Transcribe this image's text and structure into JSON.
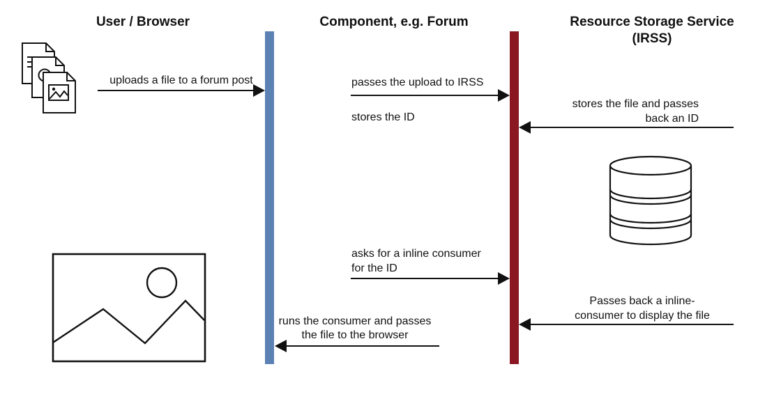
{
  "headers": {
    "user": "User / Browser",
    "component": "Component, e.g. Forum",
    "irss_line1": "Resource Storage Service",
    "irss_line2": "(IRSS)"
  },
  "messages": {
    "upload_file": "uploads a file to a forum post",
    "pass_upload": "passes the upload to IRSS",
    "store_file_line1": "stores the file and passes",
    "store_file_line2": "back an ID",
    "store_id": "stores the ID",
    "ask_consumer_line1": "asks for a inline consumer",
    "ask_consumer_line2": "for the ID",
    "pass_consumer_line1": "Passes back a inline-",
    "pass_consumer_line2": "consumer to display the file",
    "run_consumer_line1": "runs the consumer and passes",
    "run_consumer_line2": "the file to the browser"
  },
  "icons": {
    "file_stack": "file-stack-icon",
    "database": "database-icon",
    "image_placeholder": "image-placeholder-icon"
  },
  "colors": {
    "component_lifeline": "#5b81b5",
    "irss_lifeline": "#8a1722",
    "line": "#111111"
  }
}
